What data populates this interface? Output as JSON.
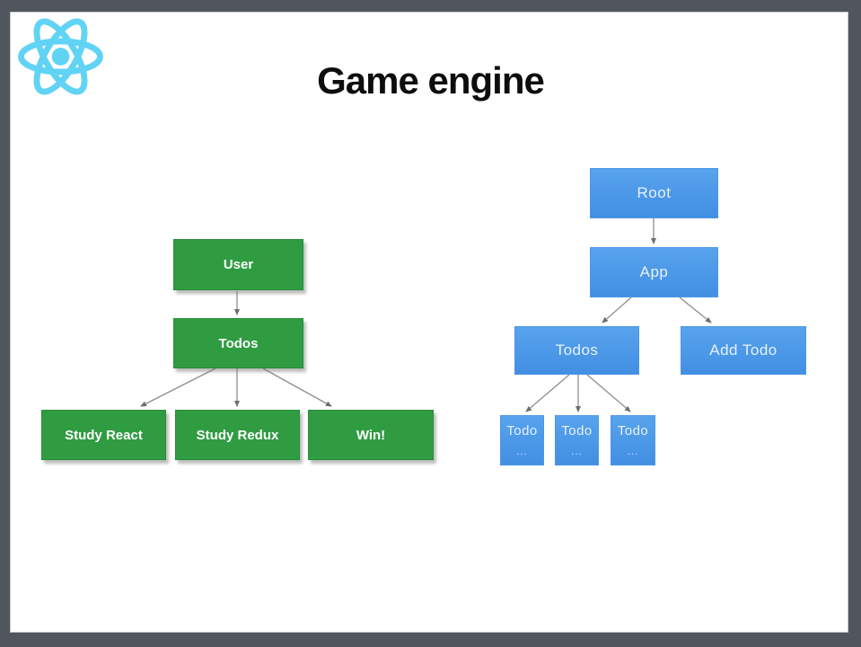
{
  "header": {
    "title": "Game engine",
    "logo_icon": "react-logo"
  },
  "diagram": {
    "green_tree": {
      "color": "#2f9c41",
      "nodes": [
        {
          "id": "user",
          "label": "User"
        },
        {
          "id": "todos",
          "label": "Todos"
        },
        {
          "id": "study_react",
          "label": "Study React"
        },
        {
          "id": "study_redux",
          "label": "Study Redux"
        },
        {
          "id": "win",
          "label": "Win!"
        }
      ],
      "edges": [
        [
          "User",
          "Todos"
        ],
        [
          "Todos",
          "Study React"
        ],
        [
          "Todos",
          "Study Redux"
        ],
        [
          "Todos",
          "Win!"
        ]
      ]
    },
    "blue_tree": {
      "color": "#4a96e6",
      "nodes": [
        {
          "id": "root",
          "label": "Root"
        },
        {
          "id": "app",
          "label": "App"
        },
        {
          "id": "todos",
          "label": "Todos"
        },
        {
          "id": "add_todo",
          "label": "Add Todo"
        },
        {
          "id": "todo_1",
          "label": "Todo",
          "sublabel": "…"
        },
        {
          "id": "todo_2",
          "label": "Todo",
          "sublabel": "…"
        },
        {
          "id": "todo_3",
          "label": "Todo",
          "sublabel": "…"
        }
      ],
      "edges": [
        [
          "Root",
          "App"
        ],
        [
          "App",
          "Todos"
        ],
        [
          "App",
          "Add Todo"
        ],
        [
          "Todos",
          "Todo …"
        ],
        [
          "Todos",
          "Todo …"
        ],
        [
          "Todos",
          "Todo …"
        ]
      ]
    }
  },
  "colors": {
    "frame": "#51565e",
    "background": "#ffffff",
    "arrow": "#8a8a8a",
    "react_logo": "#61d3f5",
    "title_text": "#0d0d0d"
  }
}
